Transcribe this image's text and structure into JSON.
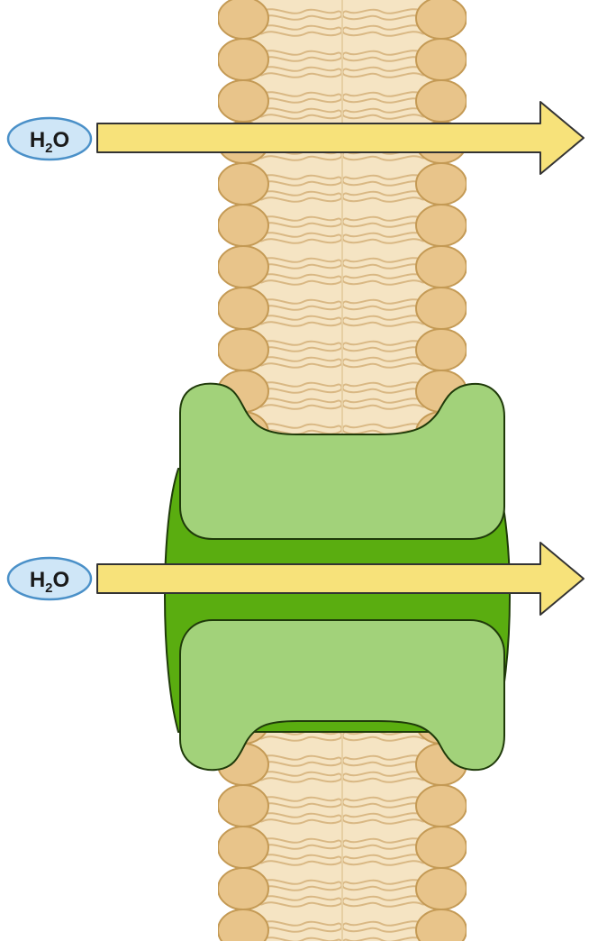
{
  "molecule": {
    "main": "H",
    "subscript": "2",
    "tail": "O"
  },
  "colors": {
    "lipid_head_fill": "#e8c48a",
    "lipid_head_stroke": "#c49a55",
    "lipid_tail_fill": "#f5e4c3",
    "lipid_tail_stroke": "#d9b884",
    "protein_dark": "#5aad10",
    "protein_light": "#a2d27a",
    "arrow_fill": "#f7e27a",
    "arrow_stroke": "#333333",
    "molecule_fill": "#cfe6f7",
    "molecule_stroke": "#4a90c8"
  },
  "icons": {
    "membrane": "lipid-bilayer-icon",
    "channel": "aquaporin-channel-icon",
    "arrow": "right-arrow-icon"
  }
}
